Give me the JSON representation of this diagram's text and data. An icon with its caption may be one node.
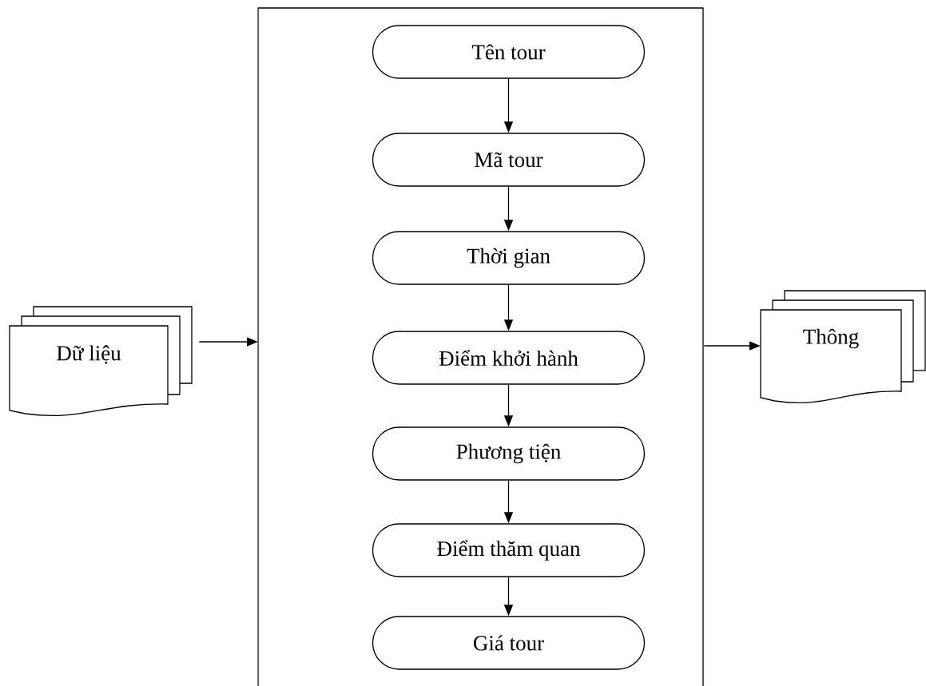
{
  "diagram": {
    "nodes": [
      {
        "text": [
          "Dữ liệu"
        ]
      },
      {
        "text": [],
        "shape": "box"
      },
      {
        "text": [
          "Tên tour"
        ],
        "in": 1
      },
      {
        "text": [
          "Mã tour"
        ],
        "in": 1
      },
      {
        "text": [
          "Thời gian"
        ],
        "in": 1
      },
      {
        "text": [
          "Điểm khởi hành"
        ],
        "in": 1
      },
      {
        "text": [
          "Phương tiện"
        ],
        "in": 1
      },
      {
        "text": [
          "Điểm thăm quan"
        ],
        "in": 1
      },
      {
        "text": [
          "Giá tour"
        ],
        "in": 1
      },
      {
        "text": [
          "Thông"
        ]
      }
    ],
    "edges": [
      {
        "from": 0,
        "to": 1,
        "arrow": "to"
      },
      {
        "from": 1,
        "to": 9,
        "arrow": "to"
      },
      {
        "from": 2,
        "to": 3,
        "arrow": "to"
      },
      {
        "from": 3,
        "to": 4,
        "arrow": "to"
      },
      {
        "from": 4,
        "to": 5,
        "arrow": "to"
      },
      {
        "from": 5,
        "to": 6,
        "arrow": "to"
      },
      {
        "from": 6,
        "to": 7,
        "arrow": "to"
      },
      {
        "from": 7,
        "to": 8,
        "arrow": "to"
      }
    ]
  }
}
